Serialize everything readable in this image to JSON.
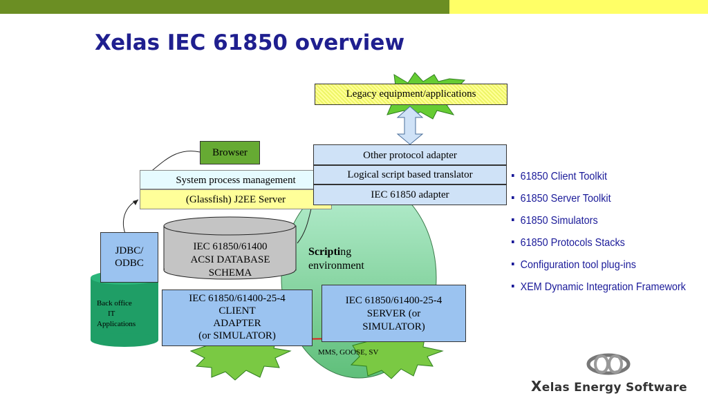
{
  "title": "Xelas IEC 61850 overview",
  "colors": {
    "accent_green": "#6b8e23",
    "accent_yellow": "#ffff66",
    "title_blue": "#1f1f8f"
  },
  "diagram": {
    "legacy": "Legacy equipment/applications",
    "browser": "Browser",
    "system_process": "System process  management",
    "j2ee": "(Glassfish) J2EE Server",
    "other_protocol": "Other protocol adapter",
    "logical_script": "Logical script based translator",
    "iec_adapter": "IEC 61850 adapter",
    "database": {
      "line1": "IEC 61850/61400",
      "line2": "ACSI DATABASE",
      "line3": "SCHEMA"
    },
    "jdbc": {
      "line1": "JDBC/",
      "line2": "ODBC"
    },
    "scripting": {
      "line1_bold": "Scripti",
      "line1_rest": "ng",
      "line2": "environment"
    },
    "back_office": {
      "line1": "Back office",
      "line2": "IT",
      "line3": "Applications"
    },
    "client_adapter": {
      "line1": "IEC 61850/61400-25-4",
      "line2": "CLIENT",
      "line3": "ADAPTER",
      "line4": "(or SIMULATOR)"
    },
    "server_adapter": {
      "line1": "IEC 61850/61400-25-4",
      "line2": "SERVER (or",
      "line3": "SIMULATOR)"
    },
    "protocol_label": "MMS, GOOSE, SV"
  },
  "features": [
    "61850 Client Toolkit",
    "61850 Server Toolkit",
    "61850 Simulators",
    "61850 Protocols Stacks",
    "Configuration tool plug-ins",
    "XEM Dynamic Integration Framework"
  ],
  "logo": {
    "text": "elas Energy Software",
    "initial": "X"
  }
}
